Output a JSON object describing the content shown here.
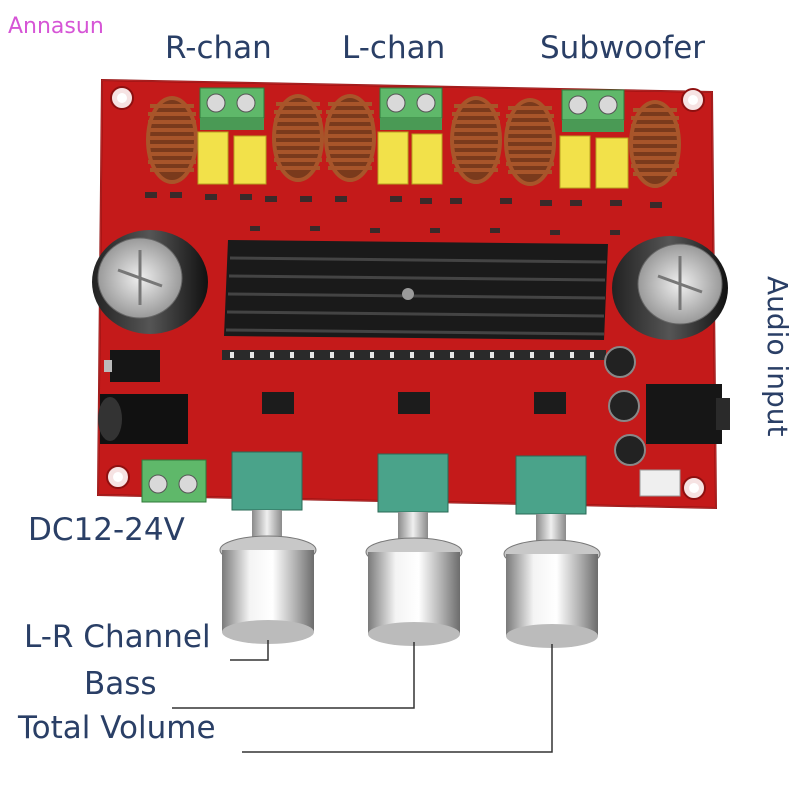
{
  "watermark": "Annasun",
  "labels": {
    "r_chan": "R-chan",
    "l_chan": "L-chan",
    "subwoofer": "Subwoofer",
    "audio_input": "Audio input",
    "dc_power": "DC12-24V",
    "lr_channel": "L-R Channel",
    "bass": "Bass",
    "total_volume": "Total Volume"
  },
  "colors": {
    "pcb": "#c41a1a",
    "heatsink": "#1a1a1a",
    "terminal": "#5fb86a",
    "capacitor_yellow": "#f2e14a",
    "pot_green": "#4aa38a",
    "knob": "#d8d8d8",
    "label": "#2a3f66"
  }
}
